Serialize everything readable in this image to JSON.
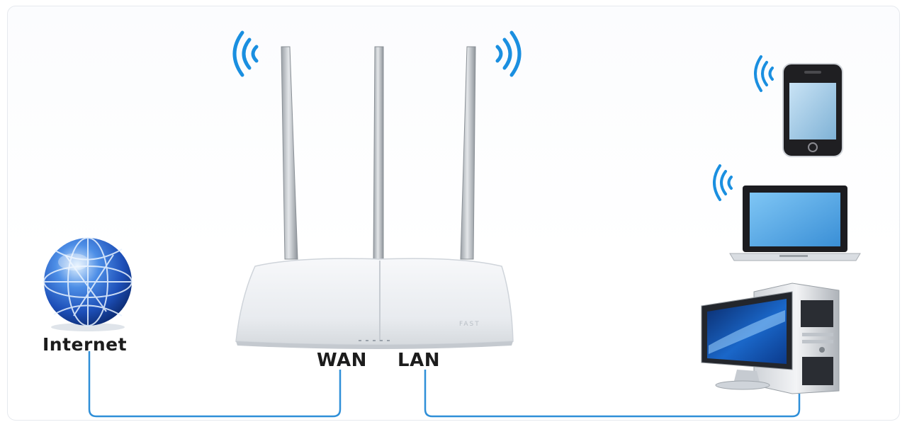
{
  "labels": {
    "internet": "Internet",
    "wan": "WAN",
    "lan": "LAN"
  },
  "router": {
    "brand": "FAST"
  },
  "colors": {
    "cable": "#2f8fd8",
    "wifi": "#1a8fe0",
    "router_body": "#eef1f4",
    "antenna": "#b9bec4",
    "screen": "#5fb3ee"
  },
  "icons": [
    "globe-icon",
    "router-icon",
    "wifi-icon",
    "smartphone-icon",
    "laptop-icon",
    "desktop-computer-icon"
  ]
}
